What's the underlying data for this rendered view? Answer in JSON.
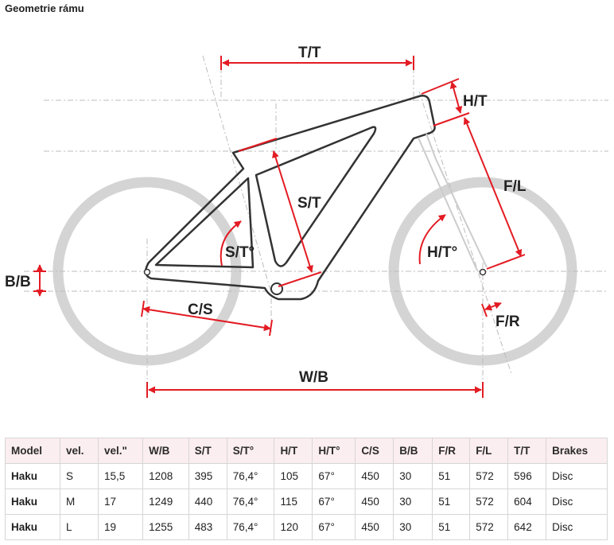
{
  "title": "Geometrie rámu",
  "diagram": {
    "labels": {
      "tt": "T/T",
      "ht": "H/T",
      "st": "S/T",
      "fl": "F/L",
      "sta": "S/T°",
      "hta": "H/T°",
      "bb": "B/B",
      "cs": "C/S",
      "fr": "F/R",
      "wb": "W/B"
    },
    "colors": {
      "dimension": "#e31b23",
      "frame": "#333333",
      "wheel": "#d4d4d4",
      "guide": "#bcbcbc"
    }
  },
  "table": {
    "headers": [
      "Model",
      "vel.",
      "vel.\"",
      "W/B",
      "S/T",
      "S/T°",
      "H/T",
      "H/T°",
      "C/S",
      "B/B",
      "F/R",
      "F/L",
      "T/T",
      "Brakes"
    ],
    "rows": [
      [
        "Haku",
        "S",
        "15,5",
        "1208",
        "395",
        "76,4°",
        "105",
        "67°",
        "450",
        "30",
        "51",
        "572",
        "596",
        "Disc"
      ],
      [
        "Haku",
        "M",
        "17",
        "1249",
        "440",
        "76,4°",
        "115",
        "67°",
        "450",
        "30",
        "51",
        "572",
        "604",
        "Disc"
      ],
      [
        "Haku",
        "L",
        "19",
        "1255",
        "483",
        "76,4°",
        "120",
        "67°",
        "450",
        "30",
        "51",
        "572",
        "642",
        "Disc"
      ]
    ]
  }
}
